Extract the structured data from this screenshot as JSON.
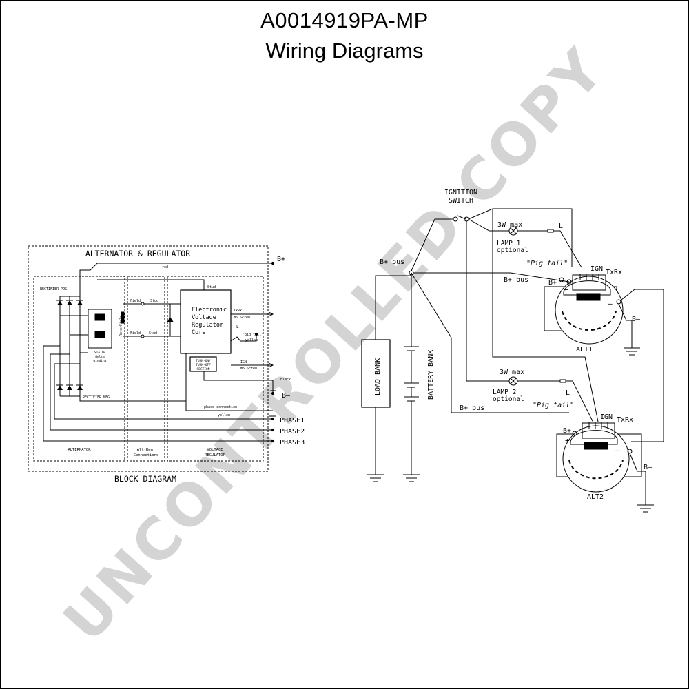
{
  "header": {
    "title": "A0014919PA-MP",
    "subtitle": "Wiring Diagrams"
  },
  "watermark": "UNCONTROLLED COPY",
  "block_diagram": {
    "title": "ALTERNATOR & REGULATOR",
    "caption": "BLOCK DIAGRAM",
    "sections": {
      "alternator": "ALTERNATOR",
      "alt_reg_1": "Alt-Reg.",
      "alt_reg_2": "Connections",
      "voltage_1": "VOLTAGE",
      "voltage_2": "REGULATOR"
    },
    "labels": {
      "red": "red",
      "rectifier_pos": "RECTIFIER POS",
      "rectifier_neg": "RECTIFIER NEG",
      "stator_1": "STATOR",
      "stator_2": "delta",
      "stator_3": "winding",
      "rotor_field": "RotorField",
      "field_top": "Field",
      "field_bottom": "Field",
      "stud_top": "Stud",
      "stud_bottom": "Stud",
      "stud_core": "Stud",
      "core_1": "Electronic",
      "core_2": "Voltage",
      "core_3": "Regulator",
      "core_4": "Core",
      "turn_1": "TURN-ON/",
      "turn_2": "TURN-OFF",
      "turn_3": "SECTION",
      "txrx": "TxRx",
      "m5_1": "M5 Screw",
      "l": "L",
      "pig_tail": "\"pig tail\"",
      "yellow": "yellow",
      "ign": "IGN",
      "m5_2": "M5 Screw",
      "black": "black",
      "phase_conn": "phase connection",
      "yellow2": "yellow",
      "b_plus": "B+",
      "b_minus": "B–",
      "phase1": "PHASE1",
      "phase2": "PHASE2",
      "phase3": "PHASE3"
    }
  },
  "wiring": {
    "ignition_1": "IGNITION",
    "ignition_2": "SWITCH",
    "b_bus_main": "B+ bus",
    "lamp1_max": "3W max",
    "lamp1_name": "LAMP 1",
    "lamp1_opt": "optional",
    "l1": "L",
    "pig1": "\"Pig tail\"",
    "ign1": "IGN",
    "txrx1": "TxRx",
    "b_plus1": "B+",
    "b_bus1": "B+ bus",
    "plus1": "+",
    "minus1": "–",
    "b_minus1": "B–",
    "alt1": "ALT1",
    "load_bank": "LOAD BANK",
    "battery_bank": "BATTERY BANK",
    "lamp2_max": "3W max",
    "lamp2_name": "LAMP 2",
    "lamp2_opt": "optional",
    "l2": "L",
    "pig2": "\"Pig tail\"",
    "b_bus2": "B+ bus",
    "ign2": "IGN",
    "txrx2": "TxRx",
    "b_plus2": "B+",
    "plus2": "+",
    "minus2": "–",
    "b_minus2": "B–",
    "alt2": "ALT2"
  }
}
